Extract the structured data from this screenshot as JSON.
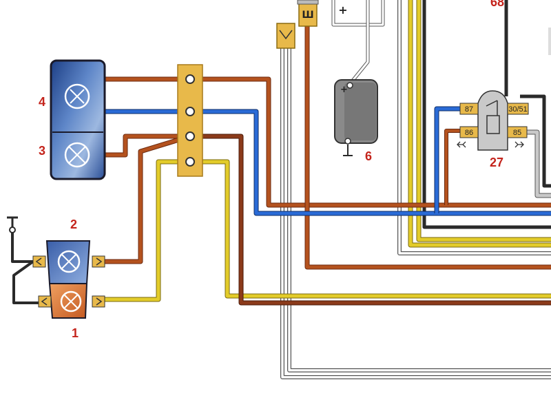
{
  "diagram": {
    "components": {
      "lamp_1": {
        "number": "1"
      },
      "lamp_2": {
        "number": "2"
      },
      "lamp_3": {
        "number": "3"
      },
      "lamp_4": {
        "number": "4"
      },
      "motor_6": {
        "number": "6",
        "terminal_plus": "+"
      },
      "relay_27": {
        "number": "27",
        "pins": [
          "87",
          "30/51",
          "86",
          "85"
        ]
      },
      "component_68": {
        "number": "68"
      },
      "terminal_top": {
        "label": "Ш"
      },
      "switch_top": {
        "label": "+"
      }
    },
    "colors": {
      "brown": "#b4521e",
      "dark_brown": "#8b3a1a",
      "blue": "#1e4fa8",
      "yellow": "#e3cc2a",
      "black": "#2a2a2a",
      "gray": "#9a9a9a",
      "connector": "#e8b94a",
      "label": "#c4241c"
    }
  }
}
